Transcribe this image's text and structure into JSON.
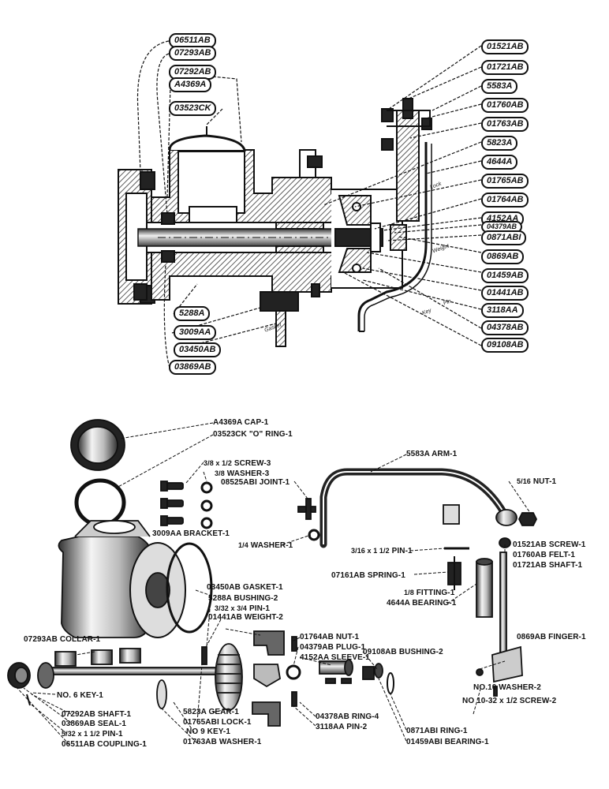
{
  "assembly_tags": {
    "t06511AB": "06511AB",
    "t07293AB": "07293AB",
    "t07292AB": "07292AB",
    "tA4369A": "A4369A",
    "t03523CK": "03523CK",
    "t01521AB": "01521AB",
    "t01721AB": "01721AB",
    "t5583A": "5583A",
    "t01760AB": "01760AB",
    "t01763AB": "01763AB",
    "t5823A": "5823A",
    "t4644A": "4644A",
    "t01765AB": "01765AB",
    "t01764AB": "01764AB",
    "t4152AA": "4152AA",
    "t04379AB": "04379AB",
    "t0871ABI": "0871ABI",
    "t0869AB": "0869AB",
    "t01459AB": "01459AB",
    "t01441AB": "01441AB",
    "t3118AA": "3118AA",
    "t04378AB": "04378AB",
    "t09108AB": "09108AB",
    "t5288A": "5288A",
    "t3009AA": "3009AA",
    "t03450AB": "03450AB",
    "t03869AB": "03869AB"
  },
  "section_notes": {
    "lock": "Lock",
    "weight": "Weight",
    "pin": "Pin",
    "key": "Key",
    "gasket": "Gasket"
  },
  "parts": {
    "cap": "A4369A CAP-1",
    "oring": "03523CK \"O\" RING-1",
    "screw3": "SCREW-3",
    "screw3_size": "3/8 x 1/2",
    "washer3": "WASHER-3",
    "washer3_size": "3/8",
    "joint": "08525ABI JOINT-1",
    "arm": "5583A ARM-1",
    "nut": "NUT-1",
    "nut_size": "5/16",
    "bracket": "3009AA BRACKET-1",
    "washer1": "WASHER-1",
    "washer1_size": "1/4",
    "pin1": "PIN-1",
    "pin1_size": "3/16 x 1 1/2",
    "screw1521": "01521AB SCREW-1",
    "felt": "01760AB FELT-1",
    "shaft1721": "01721AB SHAFT-1",
    "spring": "07161AB SPRING-1",
    "fitting": "FITTING-1",
    "fitting_size": "1/8",
    "bearing4644": "4644A BEARING-1",
    "gasket": "03450AB GASKET-1",
    "bushing5288": "5288A BUSHING-2",
    "pin_small": "PIN-1",
    "pin_small_size": "3/32 x 3/4",
    "weight": "01441AB WEIGHT-2",
    "nut1764": "01764AB NUT-1",
    "plug": "04379AB PLUG-1",
    "sleeve": "4152AA SLEEVE-1",
    "bushing9108": "09108AB BUSHING-2",
    "finger": "0869AB FINGER-1",
    "collar": "07293AB COLLAR-1",
    "washer2": "NO.10 WASHER-2",
    "screw2": "NO 10-32 x 1/2 SCREW-2",
    "key6": "NO. 6 KEY-1",
    "shaft7292": "07292AB SHAFT-1",
    "seal": "03869AB SEAL-1",
    "pin_coupling": "PIN-1",
    "pin_coupling_size": "5/32 x 1 1/2",
    "coupling": "06511AB COUPLING-1",
    "gear": "5823A GEAR-1",
    "lock": "01765ABI LOCK-1",
    "key9": "NO 9 KEY-1",
    "washer1763": "01763AB WASHER-1",
    "ring4": "04378AB RING-4",
    "pin2": "3118AA PIN-2",
    "ring0871": "0871ABI RING-1",
    "bearing1459": "01459ABI BEARING-1"
  },
  "colors": {
    "ink": "#111111",
    "paper": "#ffffff",
    "hatch": "#444444"
  }
}
